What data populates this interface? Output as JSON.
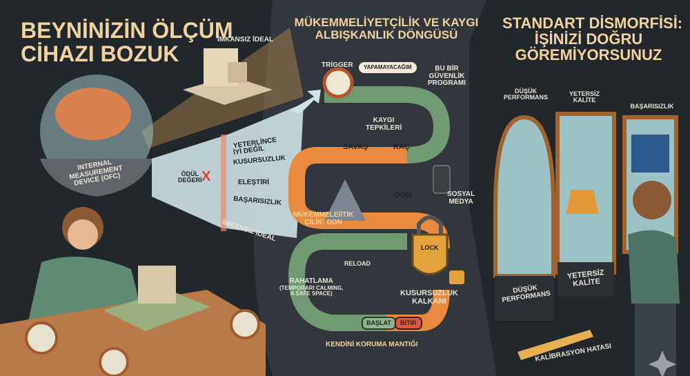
{
  "left_panel": {
    "title_line1": "BEYNİNİZİN ÖLÇÜM",
    "title_line2": "CİHAZI BOZUK",
    "ideal_label": "İMKANSIZ İDEAL",
    "device_label_1": "INTERNAL",
    "device_label_2": "MEASUREMENT",
    "device_label_3": "DEVICE (OFC)",
    "reward_label_1": "ÖDÜL",
    "reward_label_2": "DEĞERİ",
    "scale_labels": [
      "YETERLİNCE",
      "İYİ DEĞİL",
      "KUSURSUZLUK",
      "ELEŞTİRİ",
      "BAŞARISIZLIK"
    ],
    "ruler_end_label": "İMKANSIZ İDEAL",
    "x_mark": "X"
  },
  "middle_panel": {
    "title_line1": "MÜKEMMELİYETÇİLİK VE KAYGI",
    "title_line2": "ALBIŞKANLIK DÖNGÜSÜ",
    "trigger": "TRİGGER",
    "speech": "YAPAMAYACAĞIM",
    "safety_1": "BU BİR",
    "safety_2": "GÜVENLİK",
    "safety_3": "PROGRAMI",
    "anxiety_1": "KAYGI",
    "anxiety_2": "TEPKİLERİ",
    "fight": "SAVAŞ",
    "flight": "KAÇ",
    "freeze": "DON",
    "social_1": "SOSYAL",
    "social_2": "MEDYA",
    "perf_1": "MÜKEMMELEİİTİK",
    "perf_2": "ÇİLİK: DON",
    "lock": "LOCK",
    "reload": "RELOAD",
    "relief_1": "RAHATLAMA",
    "relief_2": "(TEMPORARI CALMING,",
    "relief_3": "A SAFE SPACE)",
    "shield_1": "KUSURSUZLUK",
    "shield_2": "KALKANI",
    "start_button": "BAŞLAT",
    "end_button": "BİTİR",
    "footer": "KENDİNİ KORUMA MANTIĞI"
  },
  "right_panel": {
    "title_line1": "STANDART DİSMORFİSİ:",
    "title_line2": "İŞİNİZİ DOĞRU",
    "title_line3": "GÖREMİYORSUNUZ",
    "mirror_top_labels": [
      "DÜŞÜK PERFORMANS",
      "YETERSİZ KALİTE",
      "BAŞARISIZLIK"
    ],
    "mirror_bottom_1a": "DÜŞÜK",
    "mirror_bottom_1b": "PERFORMANS",
    "mirror_bottom_2a": "YETERSİZ",
    "mirror_bottom_2b": "KALİTE",
    "ruler_label": "KALİBRASYON HATASI"
  },
  "colors": {
    "background": "#22272c",
    "panel": "#31373c",
    "title": "#f0d3a0",
    "green": "#6f9a72",
    "orange": "#e98a3e",
    "ruler": "#cfe2e6"
  }
}
